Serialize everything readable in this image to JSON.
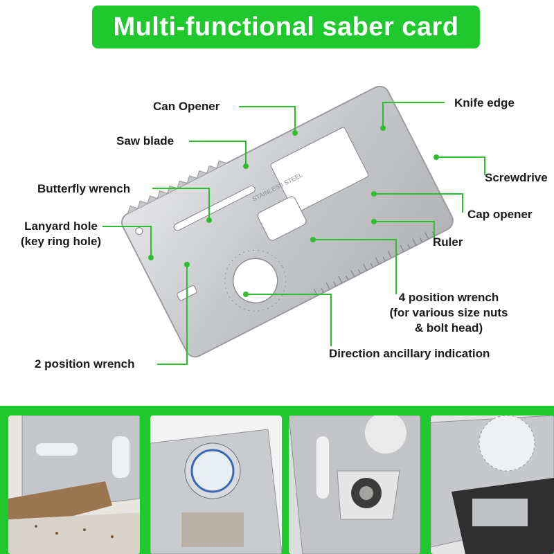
{
  "title": "Multi-functional saber card",
  "colors": {
    "accent": "#1fc92d",
    "leader": "#2ebd2e",
    "steel": "#c9cacc"
  },
  "labels": {
    "can_opener": "Can Opener",
    "saw_blade": "Saw blade",
    "butterfly_wrench": "Butterfly wrench",
    "lanyard_hole_1": "Lanyard hole",
    "lanyard_hole_2": "(key ring hole)",
    "two_position_wrench": "2 position wrench",
    "knife_edge": "Knife edge",
    "screwdriver": "Screwdrive",
    "cap_opener": "Cap opener",
    "ruler": "Ruler",
    "four_position_wrench_1": "4 position wrench",
    "four_position_wrench_2": "(for various size nuts",
    "four_position_wrench_3": "& bolt head)",
    "direction_indication": "Direction ancillary indication"
  },
  "card_stamp": "STAINLESS STEEL",
  "photos": [
    {
      "name": "sawing-wood-photo"
    },
    {
      "name": "bottle-cap-photo"
    },
    {
      "name": "wrench-bolt-photo"
    },
    {
      "name": "card-closeup-photo"
    }
  ]
}
